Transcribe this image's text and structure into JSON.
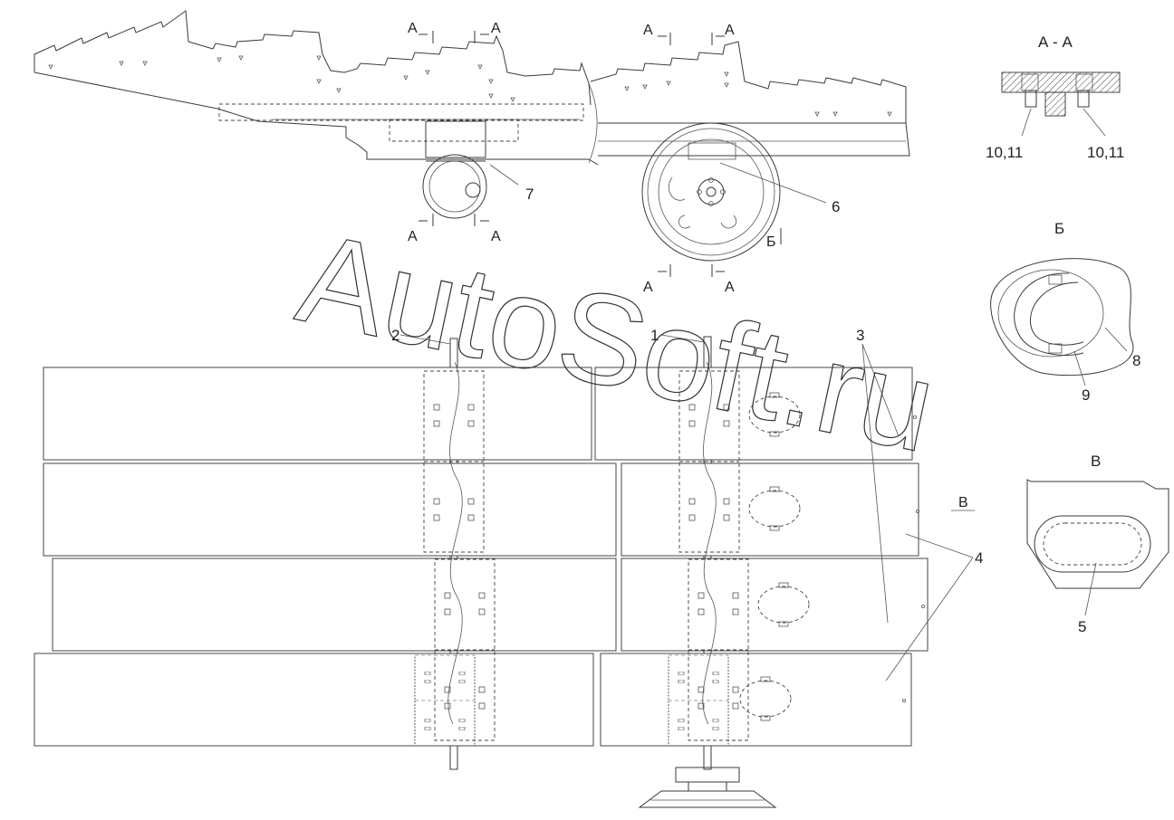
{
  "watermark": "AutoSoft.ru",
  "section_labels": {
    "a": "А",
    "b": "Б",
    "v": "В",
    "aa_title": "А - А"
  },
  "callouts": {
    "c1": "1",
    "c2": "2",
    "c3": "3",
    "c4": "4",
    "c5": "5",
    "c6": "6",
    "c7": "7",
    "c8": "8",
    "c9": "9",
    "c10_11": "10,11"
  }
}
